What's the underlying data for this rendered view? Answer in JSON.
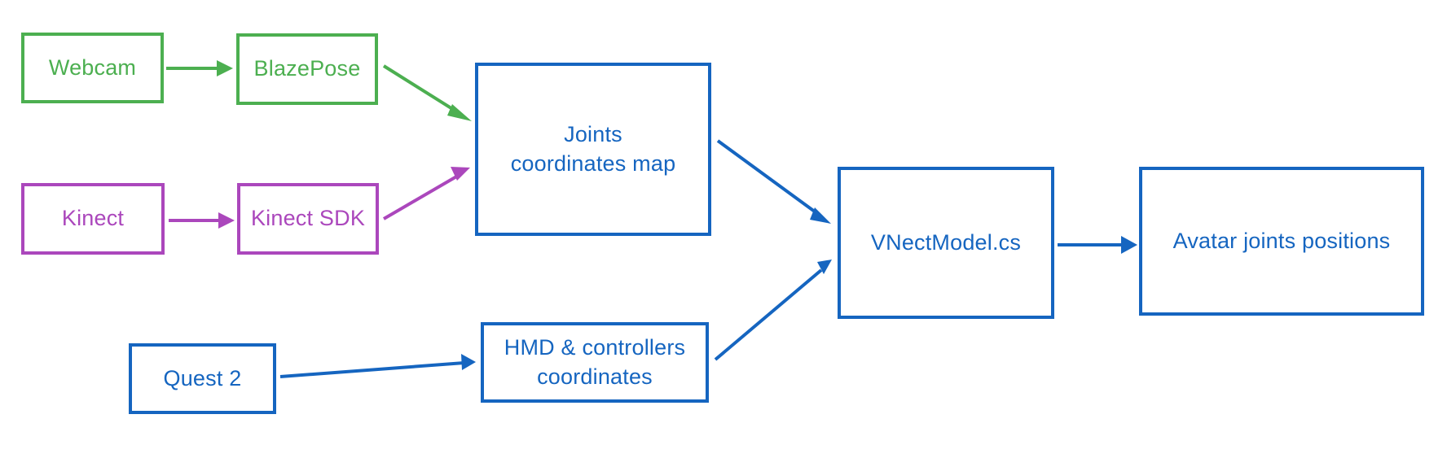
{
  "colors": {
    "green": "#4caf50",
    "purple": "#ab47bc",
    "blue": "#1565c0"
  },
  "nodes": {
    "webcam": {
      "label": "Webcam"
    },
    "blazepose": {
      "label": "BlazePose"
    },
    "kinect": {
      "label": "Kinect"
    },
    "kinect_sdk": {
      "label": "Kinect SDK"
    },
    "joints_map": {
      "label": "Joints\ncoordinates map"
    },
    "quest": {
      "label": "Quest 2"
    },
    "hmd": {
      "label": "HMD & controllers\ncoordinates"
    },
    "vnect": {
      "label": "VNectModel.cs"
    },
    "avatar": {
      "label": "Avatar joints positions"
    }
  },
  "edges": [
    {
      "from": "Webcam",
      "to": "BlazePose",
      "color": "green"
    },
    {
      "from": "BlazePose",
      "to": "Joints coordinates map",
      "color": "green"
    },
    {
      "from": "Kinect",
      "to": "Kinect SDK",
      "color": "purple"
    },
    {
      "from": "Kinect SDK",
      "to": "Joints coordinates map",
      "color": "purple"
    },
    {
      "from": "Quest 2",
      "to": "HMD & controllers coordinates",
      "color": "blue"
    },
    {
      "from": "Joints coordinates map",
      "to": "VNectModel.cs",
      "color": "blue"
    },
    {
      "from": "HMD & controllers coordinates",
      "to": "VNectModel.cs",
      "color": "blue"
    },
    {
      "from": "VNectModel.cs",
      "to": "Avatar joints positions",
      "color": "blue"
    }
  ]
}
